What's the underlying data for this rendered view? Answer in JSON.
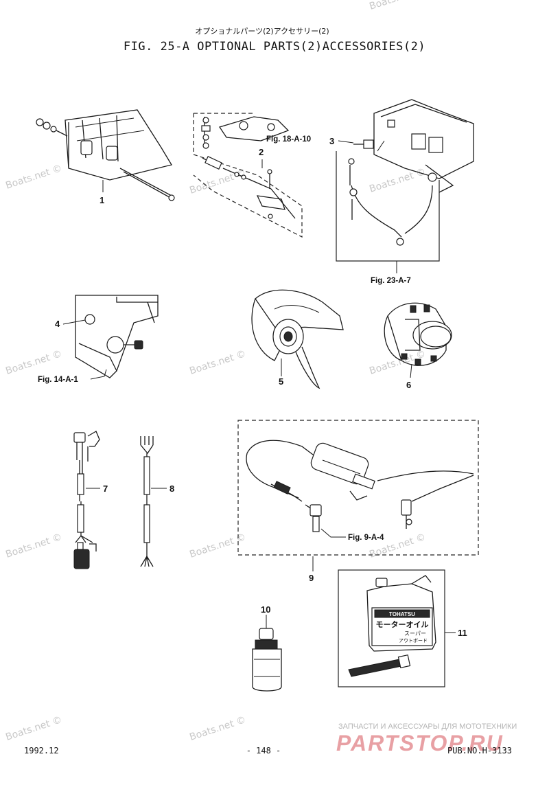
{
  "header": {
    "subtitle_jp": "オプショナルパーツ(2)アクセサリー(2)",
    "title": "FIG. 25-A OPTIONAL PARTS(2)ACCESSORIES(2)"
  },
  "callouts": {
    "item1": "1",
    "item2": "2",
    "item3": "3",
    "item4": "4",
    "item5": "5",
    "item6": "6",
    "item7": "7",
    "item8": "8",
    "item9": "9",
    "item10": "10",
    "item11": "11"
  },
  "references": {
    "fig18": "Fig. 18-A-10",
    "fig23": "Fig. 23-A-7",
    "fig14": "Fig. 14-A-1",
    "fig9": "Fig. 9-A-4"
  },
  "product_label": {
    "brand": "TOHATSU",
    "line1": "モーターオイル",
    "line2": "スーパー",
    "line3": "アウトボード"
  },
  "watermarks": {
    "boats": "Boats.net ©",
    "site_tagline": "ЗАПЧАСТИ И АКСЕССУАРЫ ДЛЯ МОТОТЕХНИКИ",
    "site_logo": "PARTSTOP.RU"
  },
  "footer": {
    "date": "1992.12",
    "page": "- 148 -",
    "pub_no": "PUB.NO.H-3133"
  }
}
